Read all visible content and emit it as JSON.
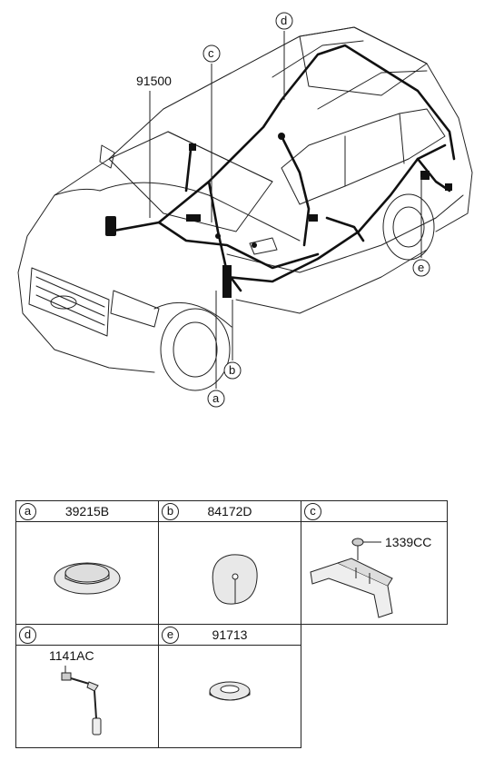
{
  "diagram": {
    "main_part_number": "91500",
    "callouts": [
      "a",
      "b",
      "c",
      "d",
      "e"
    ]
  },
  "parts_table": {
    "cells": [
      {
        "tag": "a",
        "part_number": "39215B",
        "icon": "grommet-icon"
      },
      {
        "tag": "b",
        "part_number": "84172D",
        "icon": "slit-plug-icon"
      },
      {
        "tag": "c",
        "part_number": "1339CC",
        "icon": "bracket-with-nut-icon"
      },
      {
        "tag": "d",
        "part_number": "1141AC",
        "icon": "bolt-with-ground-terminal-icon"
      },
      {
        "tag": "e",
        "part_number": "91713",
        "icon": "ring-grommet-icon"
      }
    ]
  }
}
